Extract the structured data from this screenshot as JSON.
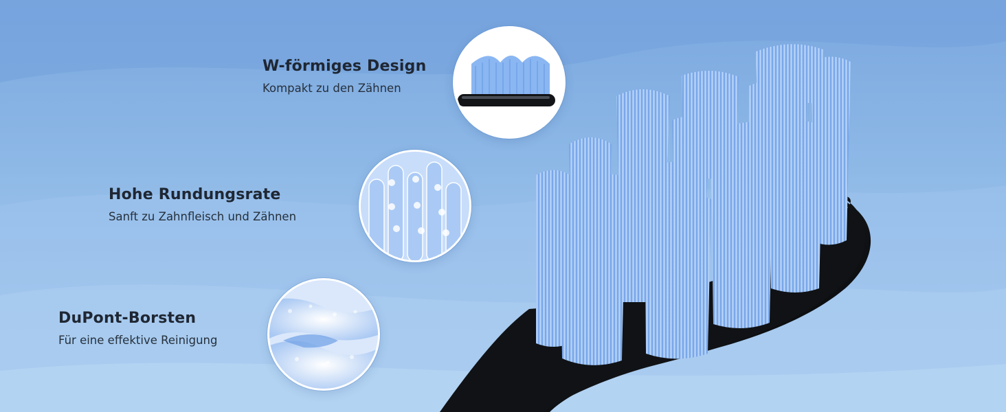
{
  "features": [
    {
      "title": "W-förmiges Design",
      "subtitle": "Kompakt zu den Zähnen",
      "icon": "w-shape-brush-head-icon"
    },
    {
      "title": "Hohe Rundungsrate",
      "subtitle": "Sanft zu Zahnfleisch und Zähnen",
      "icon": "rounded-bristle-tips-icon"
    },
    {
      "title": "DuPont-Borsten",
      "subtitle": "Für eine effektive Reinigung",
      "icon": "dupont-bristle-closeup-icon"
    }
  ],
  "colors": {
    "background_top": "#7aa7df",
    "background_bottom": "#b9d6f2",
    "bristle": "#7fb0f2",
    "brush_head": "#141619",
    "text": "#1f2733"
  }
}
